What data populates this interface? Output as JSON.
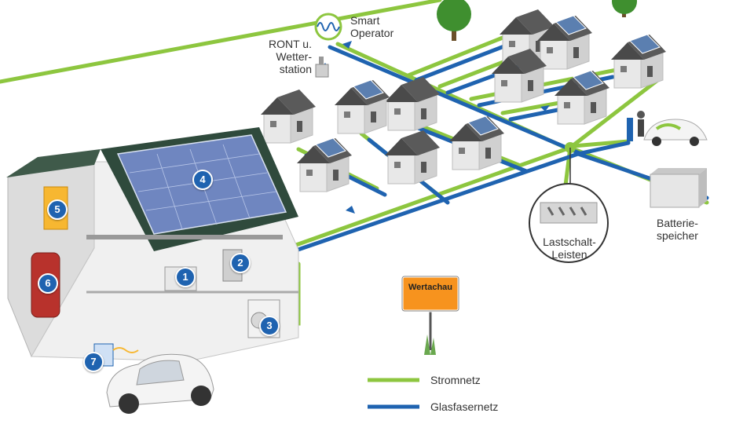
{
  "labels": {
    "smart_operator": "Smart\nOperator",
    "ront": "RONT u.\nWetter-\nstation",
    "lastschalt": "Lastschalt-\nLeisten",
    "batterie": "Batterie-\nspeicher",
    "sign": "Wertachau"
  },
  "markers": [
    "1",
    "2",
    "3",
    "4",
    "5",
    "6",
    "7"
  ],
  "legend": [
    {
      "label": "Stromnetz",
      "color": "#8dc63f"
    },
    {
      "label": "Glasfasernetz",
      "color": "#1f63b0"
    }
  ],
  "colors": {
    "power_line": "#8dc63f",
    "fiber_line": "#1f63b0",
    "marker": "#1f63b0",
    "sign": "#f7931e"
  }
}
